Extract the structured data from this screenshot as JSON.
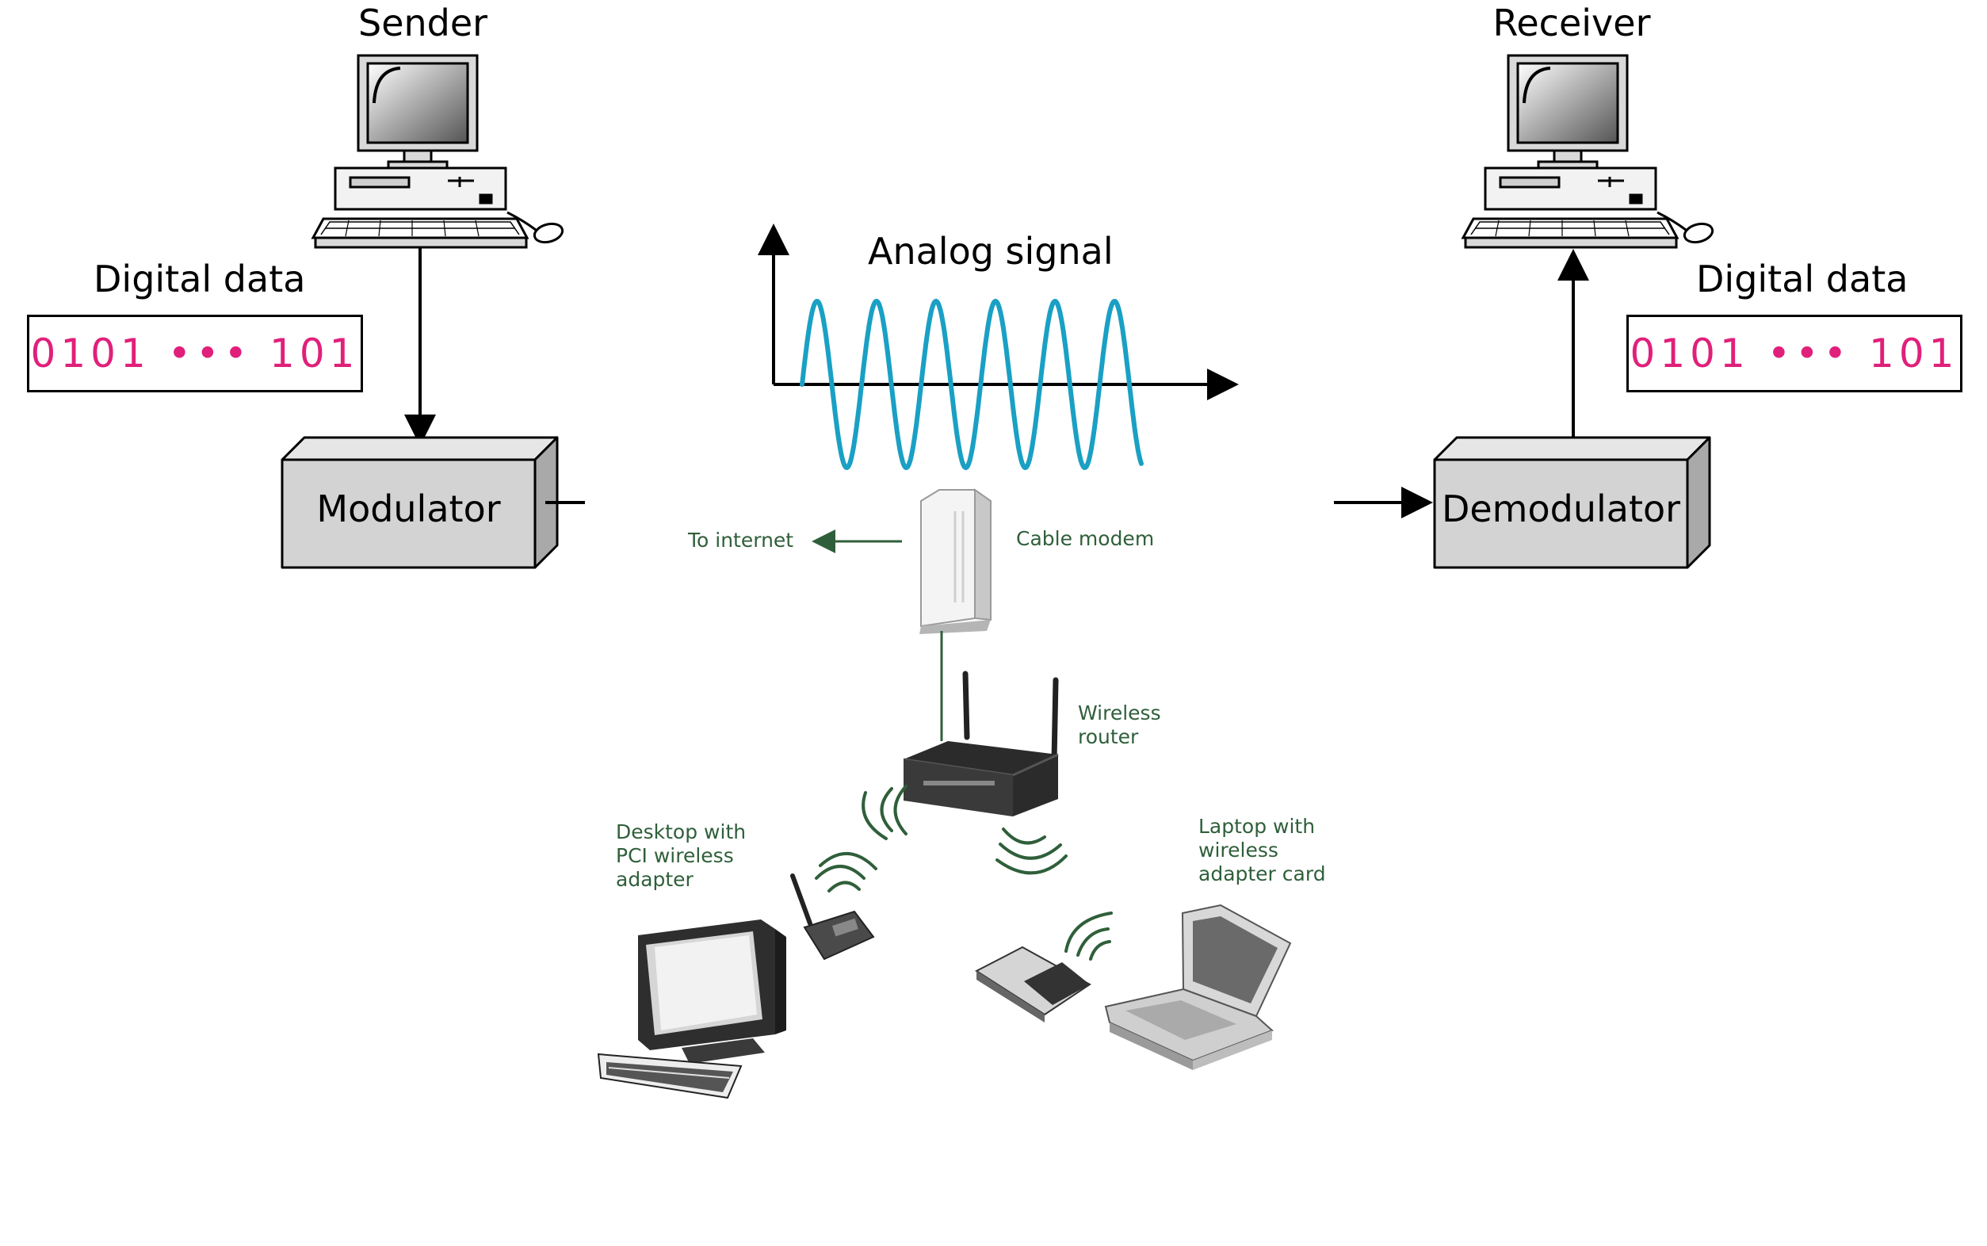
{
  "sender": {
    "label": "Sender"
  },
  "receiver": {
    "label": "Receiver"
  },
  "left_data": {
    "label": "Digital data",
    "bits": "0101 ••• 101"
  },
  "right_data": {
    "label": "Digital data",
    "bits": "0101 ••• 101"
  },
  "modulator": {
    "label": "Modulator"
  },
  "demodulator": {
    "label": "Demodulator"
  },
  "signal": {
    "label": "Analog signal"
  },
  "network": {
    "to_internet": "To internet",
    "cable_modem": "Cable modem",
    "wireless_router": [
      "Wireless",
      "router"
    ],
    "desktop": [
      "Desktop with",
      "PCI wireless",
      "adapter"
    ],
    "laptop": [
      "Laptop with",
      "wireless",
      "adapter card"
    ]
  },
  "colors": {
    "bits": "#e0207a",
    "wave": "#1aa0c4",
    "net_text": "#2f5f3a",
    "box_fill": "#d3d3d3"
  }
}
